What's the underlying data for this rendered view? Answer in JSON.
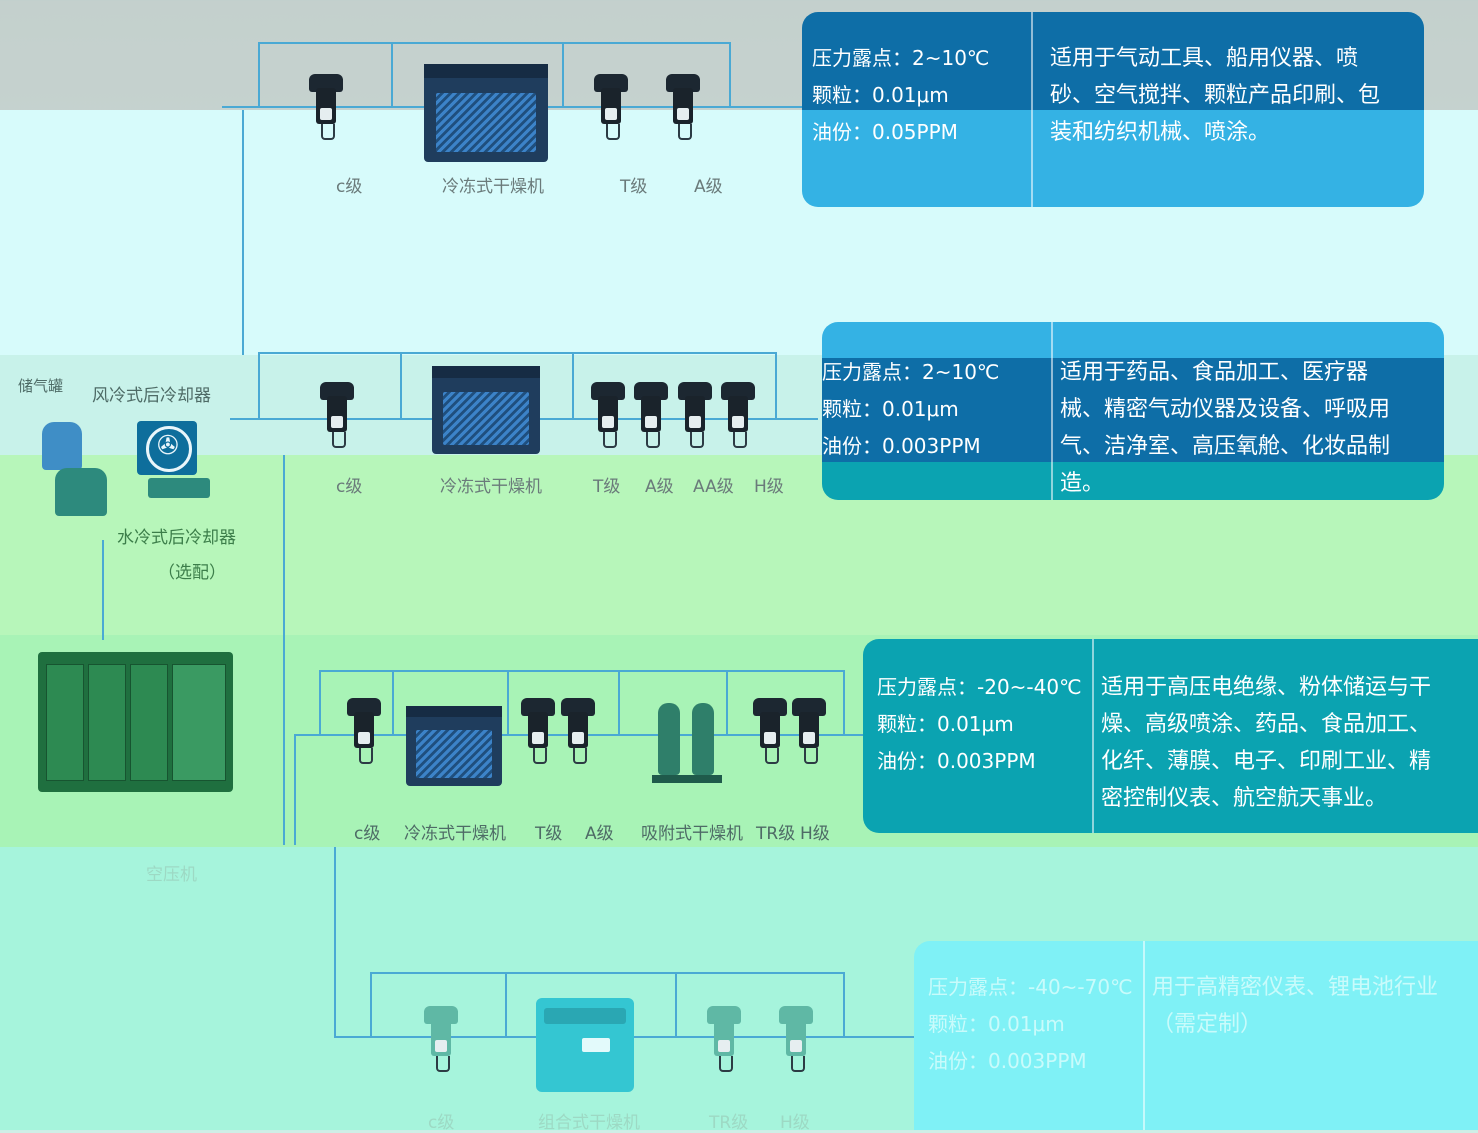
{
  "colors": {
    "pipe": "#4aa9d4",
    "info_blue": "#0e6ea7",
    "info_sky": "#34b2e4",
    "info_teal": "#0ba3b1",
    "info_cyan": "#7ff1f6"
  },
  "row1": {
    "labels": [
      "c级",
      "冷冻式干燥机",
      "T级",
      "A级"
    ],
    "info": {
      "dew": "压力露点：2~10℃",
      "particle": "颗粒：0.01μm",
      "oil": "油份：0.05PPM",
      "usage": [
        "适用于气动工具、船用仪器、喷",
        "砂、空气搅拌、颗粒产品印刷、包",
        "装和纺织机械、喷涂。"
      ]
    }
  },
  "row2": {
    "labels": [
      "c级",
      "冷冻式干燥机",
      "T级",
      "A级",
      "AA级",
      "H级"
    ],
    "info": {
      "dew": "压力露点：2~10℃",
      "particle": "颗粒：0.01μm",
      "oil": "油份：0.003PPM",
      "usage": [
        "适用于药品、食品加工、医疗器",
        "械、精密气动仪器及设备、呼吸用",
        "气、洁净室、高压氧舱、化妆品制",
        "造。"
      ]
    }
  },
  "left": {
    "tank_label": "储气罐",
    "air_cooler": "风冷式后冷却器",
    "water_cooler": "水冷式后冷却器",
    "optional": "（选配）",
    "compressor": "空压机"
  },
  "row3": {
    "labels": [
      "c级",
      "冷冻式干燥机",
      "T级",
      "A级",
      "吸附式干燥机",
      "TR级",
      "H级"
    ],
    "info": {
      "dew": "压力露点：-20~-40℃",
      "particle": "颗粒：0.01μm",
      "oil": "油份：0.003PPM",
      "usage": [
        "适用于高压电绝缘、粉体储运与干",
        "燥、高级喷涂、药品、食品加工、",
        "化纤、薄膜、电子、印刷工业、精",
        "密控制仪表、航空航天事业。"
      ]
    }
  },
  "row4": {
    "labels": [
      "c级",
      "组合式干燥机",
      "TR级",
      "H级"
    ],
    "info": {
      "dew": "压力露点：-40~-70℃",
      "particle": "颗粒：0.01μm",
      "oil": "油份：0.003PPM",
      "usage": [
        "用于高精密仪表、锂电池行业",
        "（需定制）"
      ]
    }
  }
}
